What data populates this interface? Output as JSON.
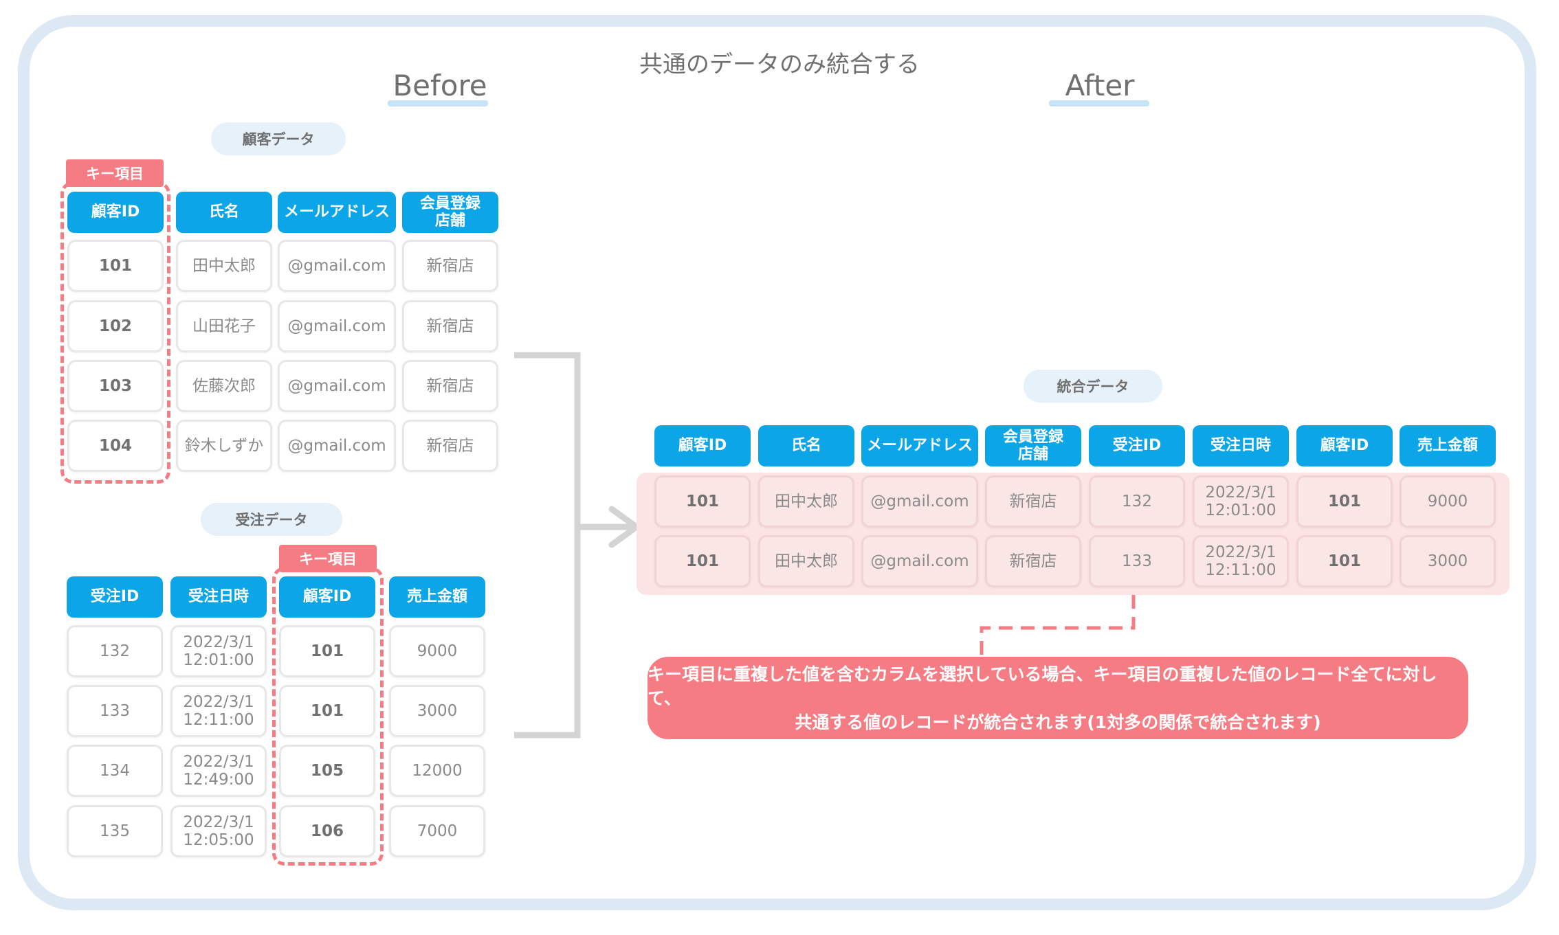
{
  "page_title": "共通のデータのみ統合する",
  "before_label": "Before",
  "after_label": "After",
  "key_tag": "キー項目",
  "customer_table": {
    "title": "顧客データ",
    "headers": [
      "顧客ID",
      "氏名",
      "メールアドレス",
      "会員登録\n店舗"
    ],
    "rows": [
      [
        "101",
        "田中太郎",
        "@gmail.com",
        "新宿店"
      ],
      [
        "102",
        "山田花子",
        "@gmail.com",
        "新宿店"
      ],
      [
        "103",
        "佐藤次郎",
        "@gmail.com",
        "新宿店"
      ],
      [
        "104",
        "鈴木しずか",
        "@gmail.com",
        "新宿店"
      ]
    ]
  },
  "order_table": {
    "title": "受注データ",
    "headers": [
      "受注ID",
      "受注日時",
      "顧客ID",
      "売上金額"
    ],
    "rows": [
      [
        "132",
        "2022/3/1\n12:01:00",
        "101",
        "9000"
      ],
      [
        "133",
        "2022/3/1\n12:11:00",
        "101",
        "3000"
      ],
      [
        "134",
        "2022/3/1\n12:49:00",
        "105",
        "12000"
      ],
      [
        "135",
        "2022/3/1\n12:05:00",
        "106",
        "7000"
      ]
    ]
  },
  "merged_table": {
    "title": "統合データ",
    "headers": [
      "顧客ID",
      "氏名",
      "メールアドレス",
      "会員登録\n店舗",
      "受注ID",
      "受注日時",
      "顧客ID",
      "売上金額"
    ],
    "rows": [
      [
        "101",
        "田中太郎",
        "@gmail.com",
        "新宿店",
        "132",
        "2022/3/1\n12:01:00",
        "101",
        "9000"
      ],
      [
        "101",
        "田中太郎",
        "@gmail.com",
        "新宿店",
        "133",
        "2022/3/1\n12:11:00",
        "101",
        "3000"
      ]
    ]
  },
  "callout": {
    "line1": "キー項目に重複した値を含むカラムを選択している場合、キー項目の重複した値のレコード全てに対して、",
    "line2": "共通する値のレコードが統合されます(1対多の関係で統合されます)"
  },
  "colors": {
    "header_blue": "#0ba5e8",
    "key_pink": "#f57c82",
    "merged_bg": "#fde4e4",
    "frame": "#dce9f5"
  }
}
